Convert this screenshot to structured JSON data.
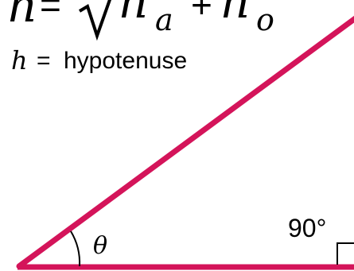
{
  "formula": {
    "lhs": "h",
    "equals": "=",
    "term_a_base": "h",
    "term_a_sub": "a",
    "plus": "+",
    "term_o_base": "h",
    "term_o_sub": "o"
  },
  "definition": {
    "symbol": "h",
    "equals": "=",
    "text": "hypotenuse"
  },
  "angle_label": "θ",
  "right_angle_label": "90°",
  "colors": {
    "triangle": "#d4145a",
    "text": "#000000",
    "background": "#ffffff"
  }
}
